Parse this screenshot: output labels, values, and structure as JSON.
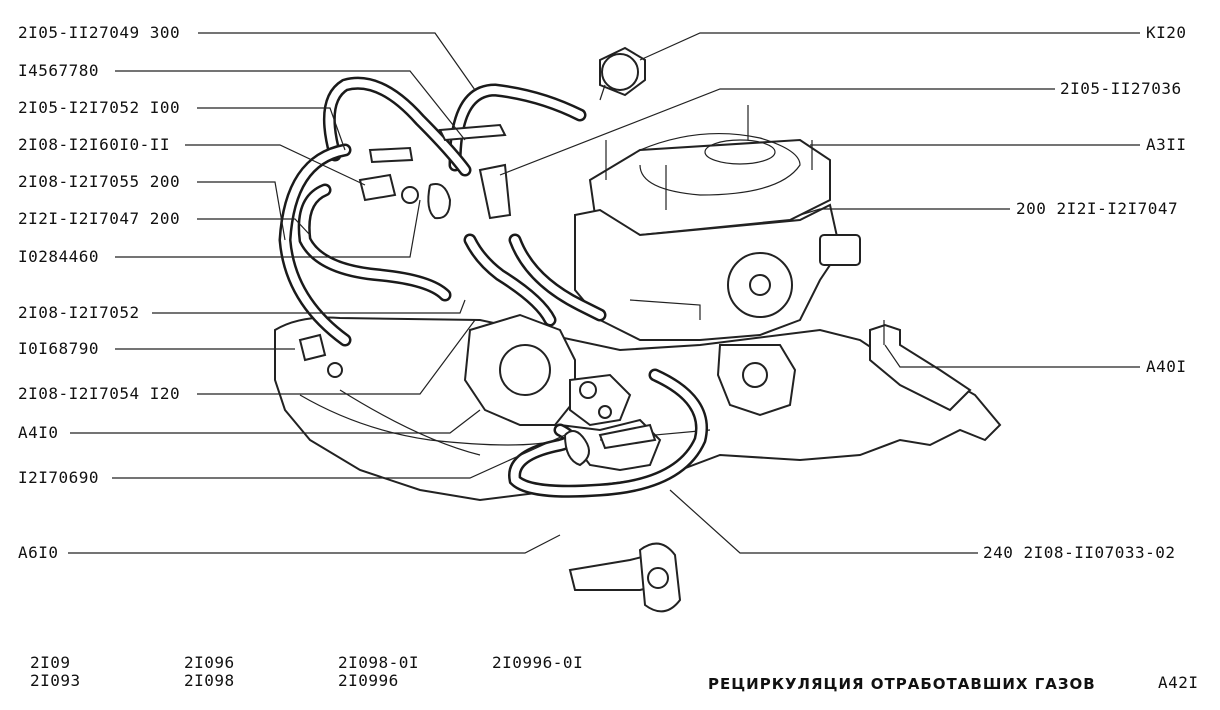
{
  "labels_left": [
    "2I05-II27049 300",
    "I4567780",
    "2I05-I2I7052 I00",
    "2I08-I2I60I0-II",
    "2I08-I2I7055 200",
    "2I2I-I2I7047 200",
    "I0284460",
    "2I08-I2I7052",
    "I0I68790",
    "2I08-I2I7054 I20",
    "A4I0",
    "I2I70690",
    "A6I0"
  ],
  "labels_right": [
    "KI20",
    "2I05-II27036",
    "A3II",
    "200 2I2I-I2I7047",
    "A40I",
    "240 2I08-II07033-02"
  ],
  "footer": {
    "models": [
      [
        "2I09",
        "2I093"
      ],
      [
        "2I096",
        "2I098"
      ],
      [
        "2I098-0I",
        "2I0996"
      ],
      [
        "2I0996-0I",
        ""
      ]
    ],
    "title": "РЕЦИРКУЛЯЦИЯ ОТРАБОТАВШИХ ГАЗОВ",
    "page": "A42I"
  }
}
